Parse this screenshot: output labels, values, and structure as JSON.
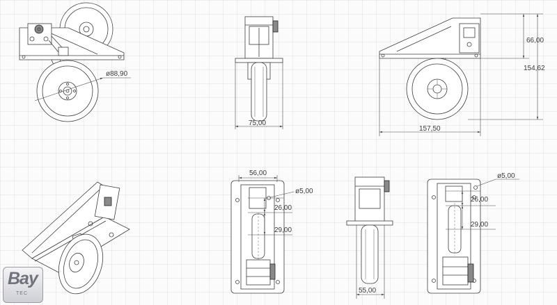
{
  "logo": {
    "brand": "Bay",
    "sub": "TEC"
  },
  "dimensions": {
    "wheel_diameter": "ø88,90",
    "front_width": "75,00",
    "side_height_upper": "66,00",
    "side_height_total": "154,62",
    "side_length": "157,50",
    "bottom_width_top": "56,00",
    "bottom_hole": "ø5,00",
    "bottom_spacing_a": "26,00",
    "bottom_spacing_b": "29,00",
    "rear_width": "55,00",
    "top_hole": "ø5,00",
    "top_spacing_a": "26,00",
    "top_spacing_b": "29,00"
  }
}
